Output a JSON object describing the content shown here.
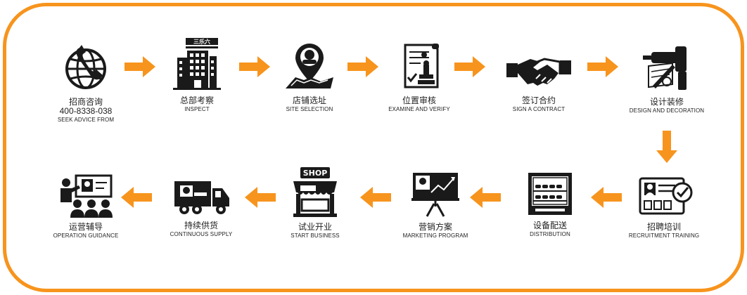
{
  "accent_color": "#f7941d",
  "icon_color": "#1a1a1a",
  "row1": [
    {
      "zh": "招商咨询",
      "phone": "400-8338-038",
      "en": "SEEK ADVICE FROM",
      "icon": "phone-globe-icon"
    },
    {
      "zh": "总部考察",
      "en": "INSPECT",
      "icon": "headquarters-building-icon",
      "sign": "三乐六"
    },
    {
      "zh": "店铺选址",
      "en": "SITE SELECTION",
      "icon": "location-pin-icon"
    },
    {
      "zh": "位置审核",
      "en": "EXAMINE AND VERIFY",
      "icon": "document-stamp-icon"
    },
    {
      "zh": "签订合约",
      "en": "SIGN A CONTRACT",
      "icon": "handshake-icon"
    },
    {
      "zh": "设计装修",
      "en": "DESIGN AND DECORATION",
      "icon": "drill-tools-icon"
    }
  ],
  "row2": [
    {
      "zh": "招聘培训",
      "en": "RECRUITMENT TRAINING",
      "icon": "id-card-check-icon"
    },
    {
      "zh": "设备配送",
      "en": "DISTRIBUTION",
      "icon": "display-cabinet-icon"
    },
    {
      "zh": "营销方案",
      "en": "MARKETING PROGRAM",
      "icon": "presentation-board-icon"
    },
    {
      "zh": "试业开业",
      "en": "START BUSINESS",
      "icon": "shop-icon",
      "sign": "SHOP"
    },
    {
      "zh": "持续供货",
      "en": "CONTINUOUS SUPPLY",
      "icon": "delivery-truck-icon"
    },
    {
      "zh": "运营辅导",
      "en": "OPERATION GUIDANCE",
      "icon": "training-class-icon"
    }
  ]
}
